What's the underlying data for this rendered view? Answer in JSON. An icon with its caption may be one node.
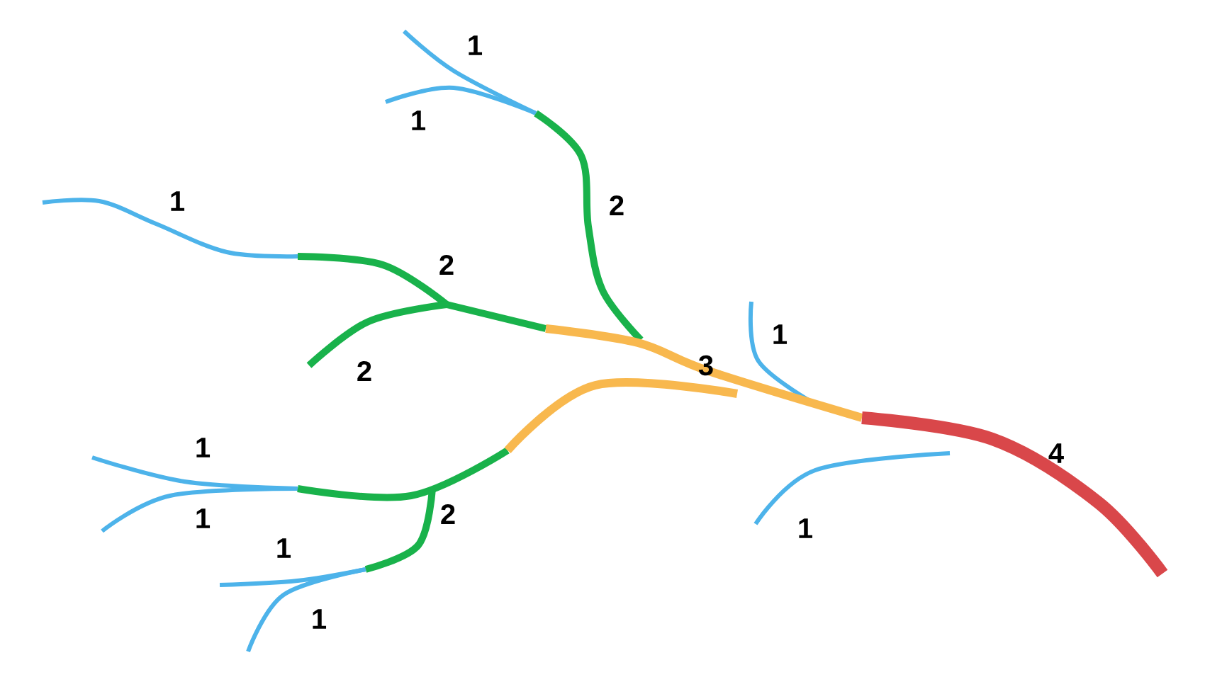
{
  "diagram": {
    "labels": [
      "1",
      "1",
      "1",
      "2",
      "2",
      "1",
      "2",
      "3",
      "1",
      "4",
      "1",
      "2",
      "1",
      "1",
      "1"
    ]
  }
}
